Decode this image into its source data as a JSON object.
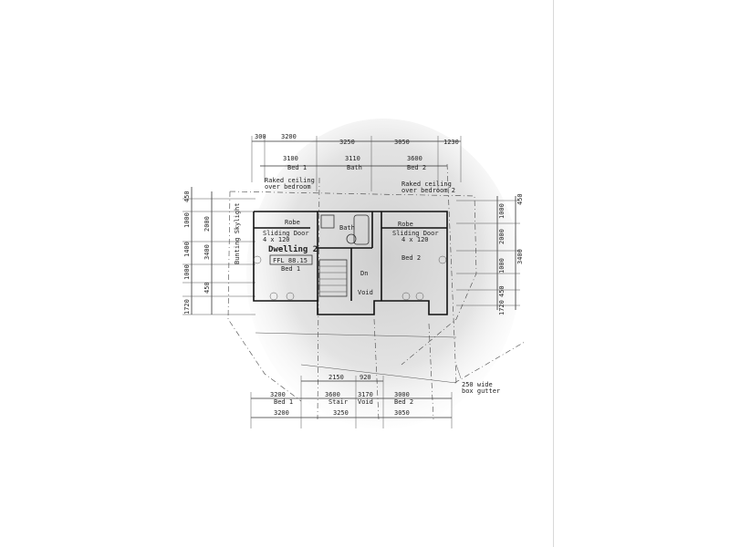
{
  "plan": {
    "top_dims_row1": [
      "300",
      "3200",
      "3250",
      "3050",
      "1230"
    ],
    "top_dims_row2": [
      "3100",
      "3110",
      "3600"
    ],
    "top_room_labels": [
      "Bed 1",
      "Bath",
      "Bed 2"
    ],
    "ceiling_note_left": [
      "Raked ceiling",
      "over bedroom"
    ],
    "ceiling_note_right": [
      "Raked ceiling",
      "over bedroom 2"
    ],
    "left_dims": [
      "450",
      "1000",
      "2000",
      "1400",
      "3400",
      "1000",
      "450",
      "1720"
    ],
    "right_dims": [
      "450",
      "1000",
      "2000",
      "3400",
      "1000",
      "450",
      "1720"
    ],
    "skylight_note": "Bunting Skylight",
    "rooms": {
      "robe_left": "Robe",
      "sliding_left": [
        "Sliding Door",
        "4 x 120"
      ],
      "dwelling": "Dwelling 2",
      "ffl": "FFL 88.15",
      "bed1": "Bed 1",
      "bath": "Bath",
      "robe_right": "Robe",
      "sliding_right": [
        "Sliding Door",
        "4 x 120"
      ],
      "bed2": "Bed 2",
      "dn": "Dn",
      "void": "Void"
    },
    "bottom_dims_upper": [
      "2150",
      "920"
    ],
    "bottom_dims_row1": [
      "3200",
      "3600",
      "3170",
      "3000"
    ],
    "bottom_room_labels": [
      "Bed 1",
      "Stair",
      "Void",
      "Bed 2"
    ],
    "bottom_dims_row2": [
      "3200",
      "3250",
      "3050"
    ],
    "gutter_note": [
      "250 wide",
      "box gutter"
    ]
  }
}
